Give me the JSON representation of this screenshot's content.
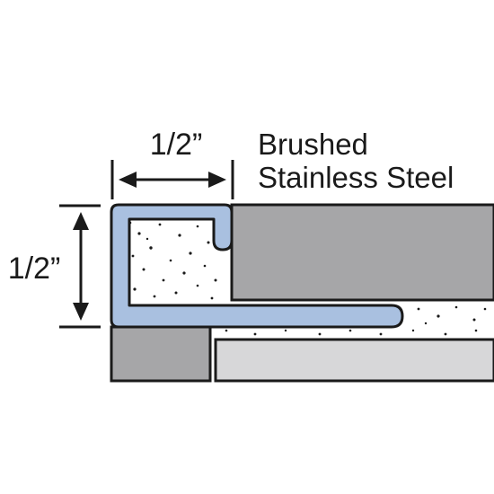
{
  "diagram": {
    "width_dimension": "1/2”",
    "height_dimension": "1/2”",
    "material_label_line1": "Brushed",
    "material_label_line2": "Stainless Steel"
  },
  "colors": {
    "trim_profile": "#a9c0e0",
    "tile_face": "#a6a6a8",
    "tile_side": "#a6a6a8",
    "substrate": "#d7d7d9",
    "mortar": "#ffffff",
    "outline": "#1a1a1a"
  }
}
